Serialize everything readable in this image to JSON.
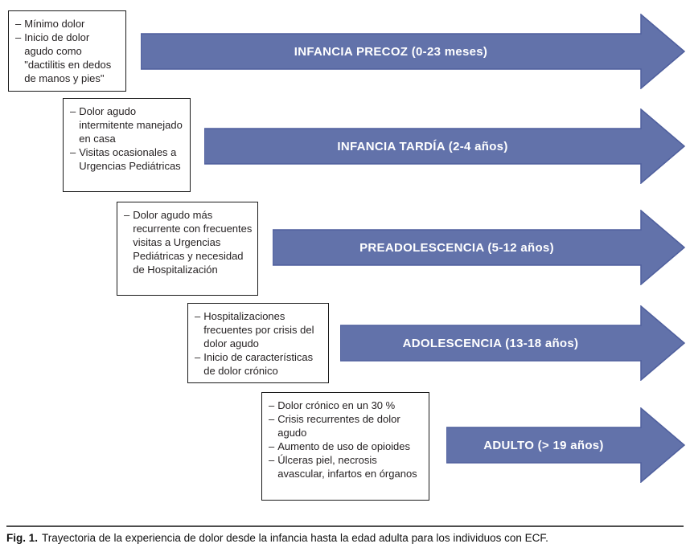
{
  "bullet_marker": "–",
  "colors": {
    "arrow_fill": "#6272aa",
    "arrow_stroke": "#4f5f9d",
    "box_border": "#1a1a1a"
  },
  "stages": [
    {
      "label": "INFANCIA PRECOZ (0-23 meses)",
      "bullets": [
        "Mínimo dolor",
        "Inicio de dolor agudo como \"dactilitis en dedos de manos y pies\""
      ]
    },
    {
      "label": "INFANCIA TARDÍA (2-4 años)",
      "bullets": [
        "Dolor agudo intermitente manejado en casa",
        "Visitas ocasionales a Urgencias Pediátricas"
      ]
    },
    {
      "label": "PREADOLESCENCIA (5-12 años)",
      "bullets": [
        "Dolor agudo más recurrente con frecuentes visitas a Urgencias Pediátricas y necesidad de Hospitalización"
      ]
    },
    {
      "label": "ADOLESCENCIA (13-18 años)",
      "bullets": [
        "Hospitalizaciones frecuentes por crisis del dolor agudo",
        "Inicio de características de dolor crónico"
      ]
    },
    {
      "label": "ADULTO (> 19 años)",
      "bullets": [
        "Dolor crónico en un 30 %",
        "Crisis recurrentes de dolor agudo",
        "Aumento de uso de opioides",
        "Úlceras piel, necrosis avascular, infartos en órganos"
      ]
    }
  ],
  "caption": {
    "prefix": "Fig. 1.",
    "text": "Trayectoria de la experiencia de dolor desde la infancia hasta la edad adulta para los individuos con ECF."
  }
}
